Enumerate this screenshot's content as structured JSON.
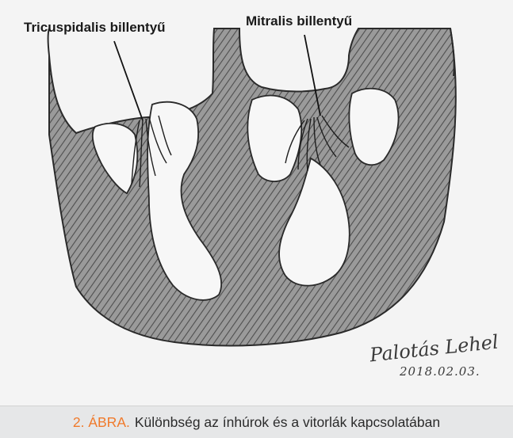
{
  "labels": {
    "tricuspid": "Tricuspidalis billentyű",
    "mitral": "Mitralis billentyű"
  },
  "signature": {
    "name": "Palotás Lehel",
    "date": "2018.02.03."
  },
  "caption": {
    "prefix": "2. ÁBRA.",
    "text": "Különbség az ínhúrok és a vitorlák kapcsolatában"
  },
  "colors": {
    "caption_prefix": "#f07a2b",
    "caption_background": "#e6e7e8",
    "drawing_background": "#f4f4f4"
  }
}
